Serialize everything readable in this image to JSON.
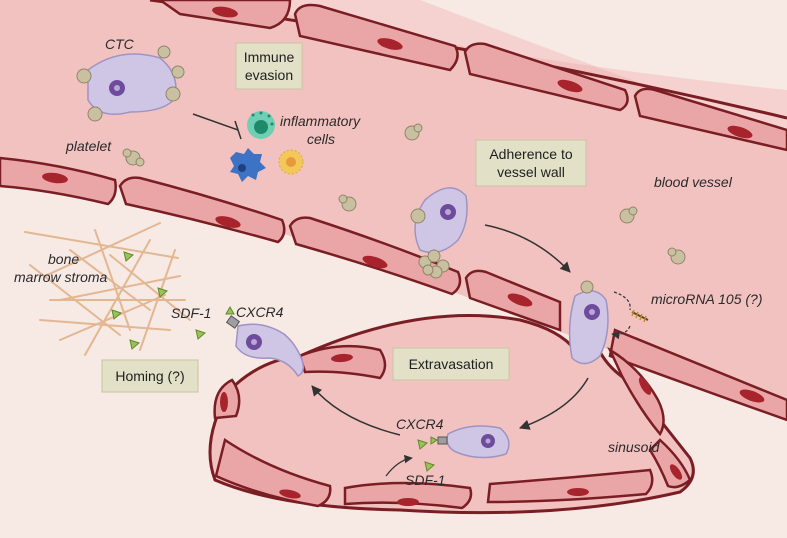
{
  "colors": {
    "background": "#f7e9e4",
    "vessel_lumen": "#f2c2c0",
    "vessel_wall": "#e79a9a",
    "vessel_edge": "#7a1e24",
    "cell_nucleus": "#a8242d",
    "ctc_body": "#cfc6e6",
    "ctc_nucleus": "#6f4c9b",
    "platelet": "#c9c0a2",
    "label_box": "#e3e0c8",
    "sdf1": "#9bc25a",
    "stroma_fiber": "#e2b792"
  },
  "labels": {
    "ctc": "CTC",
    "platelet": "platelet",
    "inflammatory_line1": "inflammatory",
    "inflammatory_line2": "cells",
    "blood_vessel": "blood vessel",
    "bone_line1": "bone",
    "bone_line2": "marrow stroma",
    "sdf1_top": "SDF-1",
    "cxcr4_top": "CXCR4",
    "microrna": "microRNA 105 (?)",
    "sinusoid": "sinusoid",
    "cxcr4_bottom": "CXCR4",
    "sdf1_bottom": "SDF-1"
  },
  "boxes": {
    "immune_line1": "Immune",
    "immune_line2": "evasion",
    "adherence_line1": "Adherence to",
    "adherence_line2": "vessel wall",
    "extravasation": "Extravasation",
    "homing": "Homing (?)"
  },
  "icons": [
    "inhibition-arrow-icon",
    "curved-arrow-icon",
    "microrna-strand-icon",
    "platelet-icon",
    "sdf1-triangle-icon"
  ]
}
